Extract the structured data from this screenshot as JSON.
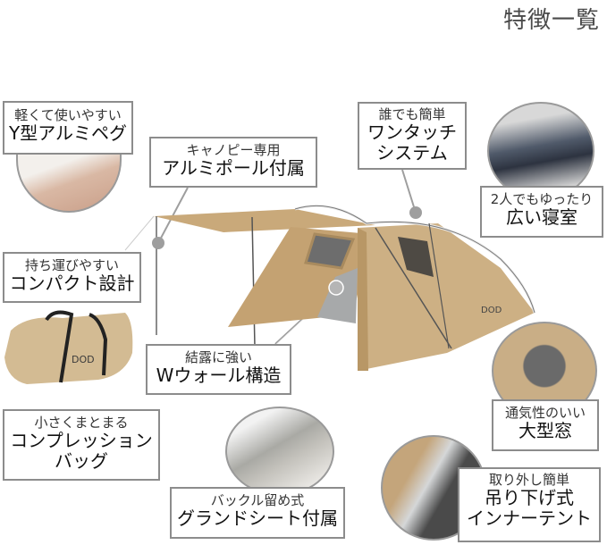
{
  "header": {
    "title": "特徴一覧"
  },
  "features": [
    {
      "id": "peg",
      "sub": "軽くて使いやすい",
      "main": "Y型アルミペグ"
    },
    {
      "id": "pole",
      "sub": "キャノピー専用",
      "main": "アルミポール付属"
    },
    {
      "id": "onetouch",
      "sub": "誰でも簡単",
      "main": "ワンタッチ",
      "main2": "システム"
    },
    {
      "id": "room",
      "sub": "2人でもゆったり",
      "main": "広い寝室"
    },
    {
      "id": "compact",
      "sub": "持ち運びやすい",
      "main": "コンパクト設計"
    },
    {
      "id": "wwall",
      "sub": "結露に強い",
      "main": "Wウォール構造"
    },
    {
      "id": "bag",
      "sub": "小さくまとまる",
      "main": "コンプレッション",
      "main2": "バッグ"
    },
    {
      "id": "window",
      "sub": "通気性のいい",
      "main": "大型窓"
    },
    {
      "id": "groundsheet",
      "sub": "バックル留め式",
      "main": "グランドシート付属"
    },
    {
      "id": "inner",
      "sub": "取り外し簡単",
      "main": "吊り下げ式",
      "main2": "インナーテント"
    }
  ],
  "brand": {
    "logo": "DOD"
  },
  "colors": {
    "tent": "#c9a97a",
    "tent_dark": "#b08d5c",
    "border": "#8c8c8c",
    "dot": "#9e9e9e"
  }
}
